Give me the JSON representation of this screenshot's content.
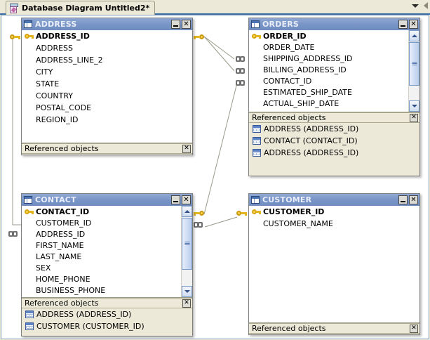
{
  "window": {
    "tab": {
      "label": "Database Diagram Untitled2*",
      "icon": "diagram-edit-icon"
    },
    "tab_nav": {
      "dropdown_icon": "chevron-down-icon",
      "back_icon": "arrow-left-icon"
    },
    "accent_color": "#3a6ea5",
    "titlebar_color": "#7b96c8",
    "canvas_color": "#ffffff"
  },
  "buttons": {
    "minimize": "_",
    "close": "✕",
    "ref_close": "✕"
  },
  "labels": {
    "referenced_objects": "Referenced objects"
  },
  "tables": [
    {
      "name": "ADDRESS",
      "columns": [
        {
          "name": "ADDRESS_ID",
          "pk": true
        },
        {
          "name": "ADDRESS",
          "pk": false
        },
        {
          "name": "ADDRESS_LINE_2",
          "pk": false
        },
        {
          "name": "CITY",
          "pk": false
        },
        {
          "name": "STATE",
          "pk": false
        },
        {
          "name": "COUNTRY",
          "pk": false
        },
        {
          "name": "POSTAL_CODE",
          "pk": false
        },
        {
          "name": "REGION_ID",
          "pk": false
        }
      ],
      "scrollbar": false,
      "referenced_objects": []
    },
    {
      "name": "ORDERS",
      "columns": [
        {
          "name": "ORDER_ID",
          "pk": true
        },
        {
          "name": "ORDER_DATE",
          "pk": false
        },
        {
          "name": "SHIPPING_ADDRESS_ID",
          "pk": false
        },
        {
          "name": "BILLING_ADDRESS_ID",
          "pk": false
        },
        {
          "name": "CONTACT_ID",
          "pk": false
        },
        {
          "name": "ESTIMATED_SHIP_DATE",
          "pk": false
        },
        {
          "name": "ACTUAL_SHIP_DATE",
          "pk": false
        }
      ],
      "scrollbar": true,
      "referenced_objects": [
        "ADDRESS (ADDRESS_ID)",
        "CONTACT (CONTACT_ID)",
        "ADDRESS (ADDRESS_ID)"
      ]
    },
    {
      "name": "CONTACT",
      "columns": [
        {
          "name": "CONTACT_ID",
          "pk": true
        },
        {
          "name": "CUSTOMER_ID",
          "pk": false
        },
        {
          "name": "ADDRESS_ID",
          "pk": false
        },
        {
          "name": "FIRST_NAME",
          "pk": false
        },
        {
          "name": "LAST_NAME",
          "pk": false
        },
        {
          "name": "SEX",
          "pk": false
        },
        {
          "name": "HOME_PHONE",
          "pk": false
        },
        {
          "name": "BUSINESS_PHONE",
          "pk": false
        }
      ],
      "scrollbar": true,
      "referenced_objects": [
        "ADDRESS (ADDRESS_ID)",
        "CUSTOMER (CUSTOMER_ID)"
      ]
    },
    {
      "name": "CUSTOMER",
      "columns": [
        {
          "name": "CUSTOMER_ID",
          "pk": true
        },
        {
          "name": "CUSTOMER_NAME",
          "pk": false
        }
      ],
      "scrollbar": false,
      "referenced_objects": []
    }
  ],
  "relationships": [
    {
      "from": "ADDRESS",
      "to": "ORDERS",
      "fk": "SHIPPING_ADDRESS_ID"
    },
    {
      "from": "ADDRESS",
      "to": "ORDERS",
      "fk": "BILLING_ADDRESS_ID"
    },
    {
      "from": "CONTACT",
      "to": "ORDERS",
      "fk": "CONTACT_ID"
    },
    {
      "from": "ADDRESS",
      "to": "CONTACT",
      "fk": "ADDRESS_ID"
    },
    {
      "from": "CUSTOMER",
      "to": "CONTACT",
      "fk": "CUSTOMER_ID"
    }
  ]
}
